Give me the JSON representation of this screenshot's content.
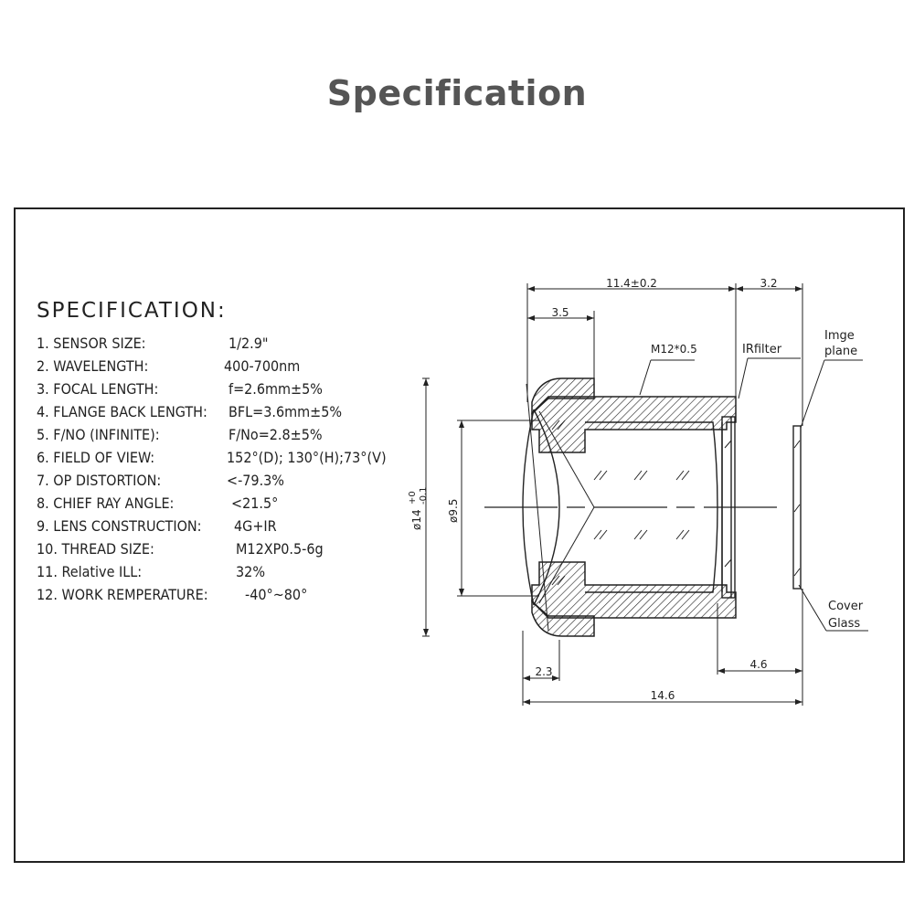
{
  "title": "Specification",
  "spec": {
    "heading": "SPECIFICATION:",
    "rows": [
      {
        "label": "1. SENSOR SIZE:",
        "value": "1/2.9\""
      },
      {
        "label": "2. WAVELENGTH:",
        "value": "400-700nm"
      },
      {
        "label": "3. FOCAL LENGTH:",
        "value": "f=2.6mm±5%"
      },
      {
        "label": "4. FLANGE BACK LENGTH:",
        "value": "BFL=3.6mm±5%"
      },
      {
        "label": "5. F/NO (INFINITE):",
        "value": "F/No=2.8±5%"
      },
      {
        "label": "6. FIELD OF VIEW:",
        "value": "152°(D); 130°(H);73°(V)"
      },
      {
        "label": "7. OP DISTORTION:",
        "value": "<-79.3%"
      },
      {
        "label": "8. CHIEF RAY ANGLE:",
        "value": "<21.5°"
      },
      {
        "label": "9. LENS CONSTRUCTION:",
        "value": "4G+IR"
      },
      {
        "label": "10. THREAD SIZE:",
        "value": "M12XP0.5-6g"
      },
      {
        "label": "11. Relative ILL:",
        "value": "32%"
      },
      {
        "label": "12. WORK REMPERATURE:",
        "value": "-40°~80°"
      }
    ]
  },
  "drawing": {
    "dim_total_barrel": "11.4±0.2",
    "dim_image_gap": "3.2",
    "dim_front": "3.5",
    "dim_bottom_left": "2.3",
    "dim_back_gap": "4.6",
    "dim_total_length": "14.6",
    "dim_outer_diameter": "ø14",
    "dim_outer_tol_plus": "+0",
    "dim_outer_tol_minus": "-0.1",
    "dim_inner_diameter": "ø9.5",
    "label_thread": "M12*0.5",
    "label_irfilter": "IRfilter",
    "label_image_plane_1": "Imge",
    "label_image_plane_2": "plane",
    "label_cover_1": "Cover",
    "label_cover_2": "Glass"
  }
}
